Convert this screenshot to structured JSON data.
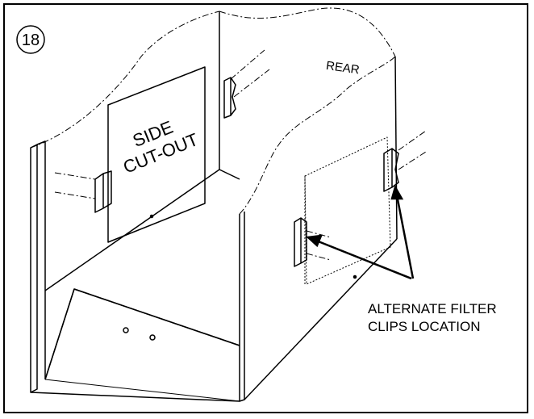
{
  "figure": {
    "number": "18",
    "labels": {
      "side": "SIDE",
      "cutout": "CUT-OUT",
      "rear": "REAR",
      "callout_line1": "ALTERNATE FILTER",
      "callout_line2": "CLIPS LOCATION"
    },
    "colors": {
      "ink": "#000000",
      "paper": "#ffffff"
    }
  }
}
